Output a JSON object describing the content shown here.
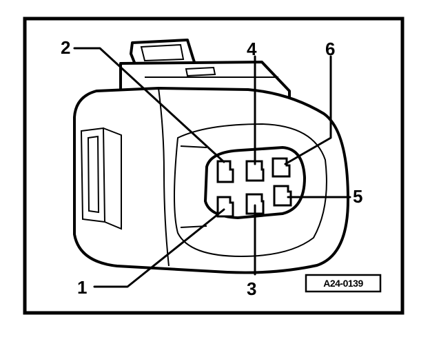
{
  "figure": {
    "reference": "A24-0139",
    "callouts": [
      {
        "id": 1,
        "label": "1"
      },
      {
        "id": 2,
        "label": "2"
      },
      {
        "id": 3,
        "label": "3"
      },
      {
        "id": 4,
        "label": "4"
      },
      {
        "id": 5,
        "label": "5"
      },
      {
        "id": 6,
        "label": "6"
      }
    ]
  }
}
